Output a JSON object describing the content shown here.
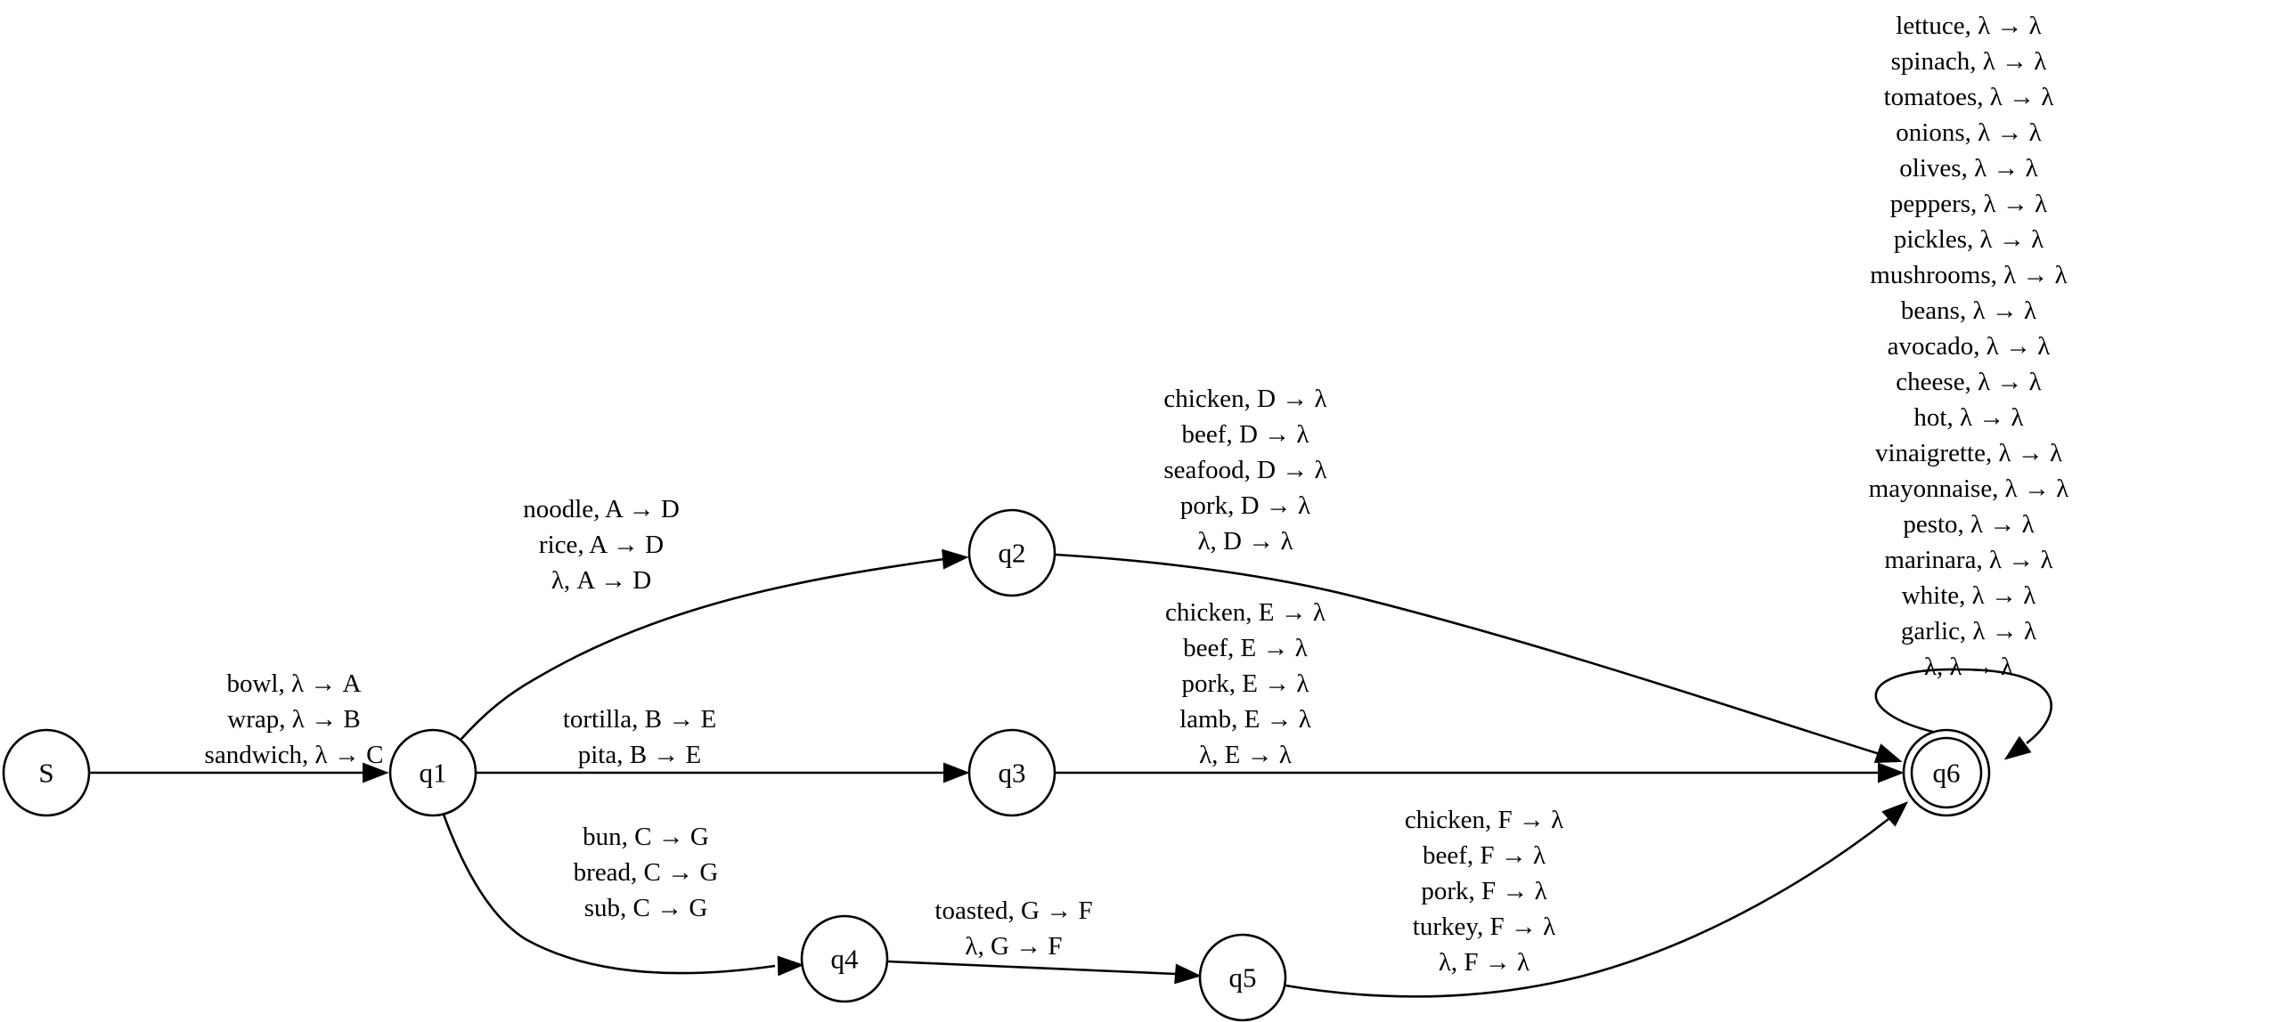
{
  "diagram": {
    "type": "pushdown-automaton",
    "nodes": [
      {
        "id": "S",
        "label": "S",
        "accepting": false
      },
      {
        "id": "q1",
        "label": "q1",
        "accepting": false
      },
      {
        "id": "q2",
        "label": "q2",
        "accepting": false
      },
      {
        "id": "q3",
        "label": "q3",
        "accepting": false
      },
      {
        "id": "q4",
        "label": "q4",
        "accepting": false
      },
      {
        "id": "q5",
        "label": "q5",
        "accepting": false
      },
      {
        "id": "q6",
        "label": "q6",
        "accepting": true
      }
    ],
    "edges": [
      {
        "from": "S",
        "to": "q1",
        "labels": [
          "bowl, λ → A",
          "wrap, λ → B",
          "sandwich, λ → C"
        ]
      },
      {
        "from": "q1",
        "to": "q2",
        "labels": [
          "noodle, A → D",
          "rice, A → D",
          "λ, A → D"
        ]
      },
      {
        "from": "q1",
        "to": "q3",
        "labels": [
          "tortilla, B → E",
          "pita, B → E"
        ]
      },
      {
        "from": "q1",
        "to": "q4",
        "labels": [
          "bun, C → G",
          "bread, C → G",
          "sub, C → G"
        ]
      },
      {
        "from": "q2",
        "to": "q6",
        "labels": [
          "chicken, D → λ",
          "beef, D → λ",
          "seafood, D → λ",
          "pork, D → λ",
          "λ, D → λ"
        ]
      },
      {
        "from": "q3",
        "to": "q6",
        "labels": [
          "chicken, E → λ",
          "beef, E → λ",
          "pork, E → λ",
          "lamb, E → λ",
          "λ, E → λ"
        ]
      },
      {
        "from": "q4",
        "to": "q5",
        "labels": [
          "toasted, G → F",
          "λ, G → F"
        ]
      },
      {
        "from": "q5",
        "to": "q6",
        "labels": [
          "chicken, F → λ",
          "beef, F → λ",
          "pork, F → λ",
          "turkey, F → λ",
          "λ, F → λ"
        ]
      },
      {
        "from": "q6",
        "to": "q6",
        "labels": [
          "lettuce, λ → λ",
          "spinach, λ → λ",
          "tomatoes, λ → λ",
          "onions, λ → λ",
          "olives, λ → λ",
          "peppers, λ → λ",
          "pickles, λ → λ",
          "mushrooms, λ → λ",
          "beans, λ → λ",
          "avocado, λ → λ",
          "cheese, λ → λ",
          "hot, λ → λ",
          "vinaigrette, λ → λ",
          "mayonnaise, λ → λ",
          "pesto, λ → λ",
          "marinara, λ → λ",
          "white, λ → λ",
          "garlic, λ → λ",
          "λ, λ → λ"
        ]
      }
    ]
  }
}
